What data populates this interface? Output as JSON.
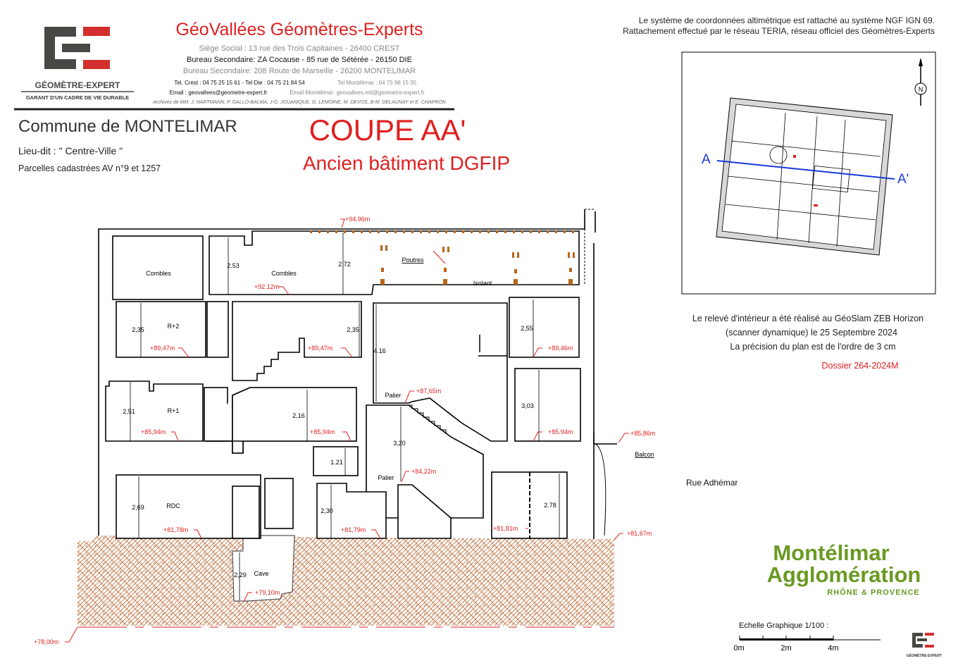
{
  "logo": {
    "name": "GÉOMÈTRE-EXPERT",
    "tagline": "GARANT D'UN CADRE DE VIE DURABLE",
    "dark": "#4a4845",
    "red": "#d32f2f"
  },
  "header": {
    "company": "GéoVallées Géomètres-Experts",
    "siege": "Siège Social : 13 rue des Trois Capitaines - 26400  CREST",
    "bureau_die": "Bureau Secondaire: ZA Cocause - 85 rue de Sétérée - 26150 DIE",
    "bureau_montelimar": "Bureau Secondaire: 208 Route de Marseille - 26200 MONTELIMAR",
    "tel": "Tel. Crest : 04 75 25 15 61 - Tel Die : 04 75 21 84 54",
    "tel_montelimar": "Tel Montélimar : 04 75 98 15 35",
    "email": "Email : geovallees@geometre-expert.fr",
    "email_montelimar": "Email Montélimar: geovallees.mtl@geometre-expert.fr",
    "archives": "Archives de MM. J. HARTMANN, P. GALLO-BALMA, J-G. JOUANIQUE, G. LEMOINE, M. DEVOS, B-M. DELAUNAY et E. CHAPRON"
  },
  "location": {
    "commune": "Commune de MONTELIMAR",
    "lieu_dit": "Lieu-dit : \" Centre-Ville  \"",
    "parcelles": "Parcelles cadastrées AV n°9 et 1257"
  },
  "title": {
    "main": "COUPE AA'",
    "sub": "Ancien bâtiment DGFIP",
    "color": "#e02020"
  },
  "system_note": [
    "Le système de coordonnées altimétrique est rattaché au système NGF IGN 69.",
    "Rattachement effectué par le réseau TERIA, réseau officiel des Géomètres-Experts"
  ],
  "plan": {
    "cut_start": "A",
    "cut_end": "A'",
    "line_color": "#1a3ad8"
  },
  "survey_note": [
    "Le relevé d'intérieur a été réalisé au GéoSlam ZEB Horizon",
    "(scanner dynamique) le 25 Septembre 2024",
    "La précision du plan est de l'ordre de 3 cm"
  ],
  "dossier": "Dossier 264-2024M",
  "street": "Rue Adhémar",
  "agglo": {
    "line1": "Montélimar",
    "line2": "Agglomération",
    "line3": "RHÔNE & PROVENCE",
    "color": "#6a9a23"
  },
  "scale": {
    "title": "Echelle Graphique 1/100 :",
    "labels": [
      "0m",
      "2m",
      "4m"
    ]
  },
  "section": {
    "rooms": [
      "Combles",
      "Combles",
      "R+2",
      "R+1",
      "RDC",
      "Cave",
      "Palier",
      "Palier",
      "Poutres",
      "Isolant",
      "Balcon"
    ],
    "dims": [
      "2.53",
      "2.72",
      "2,35",
      "2,35",
      "4.16",
      "2,55",
      "2,51",
      "2,16",
      "3,03",
      "3,20",
      "1.21",
      "2,69",
      "2,30",
      "2.78",
      "2,29"
    ],
    "elevations": [
      "+94.96m",
      "+92.12m",
      "+89,47m",
      "+89,47m",
      "+89,46m",
      "+87,65m",
      "+85,94m",
      "+85,94m",
      "+85.94m",
      "+85,86m",
      "+84,22m",
      "+81,78m",
      "+81,79m",
      "+81,81m",
      "+81,67m",
      "+79,10m",
      "+78,00m"
    ]
  }
}
